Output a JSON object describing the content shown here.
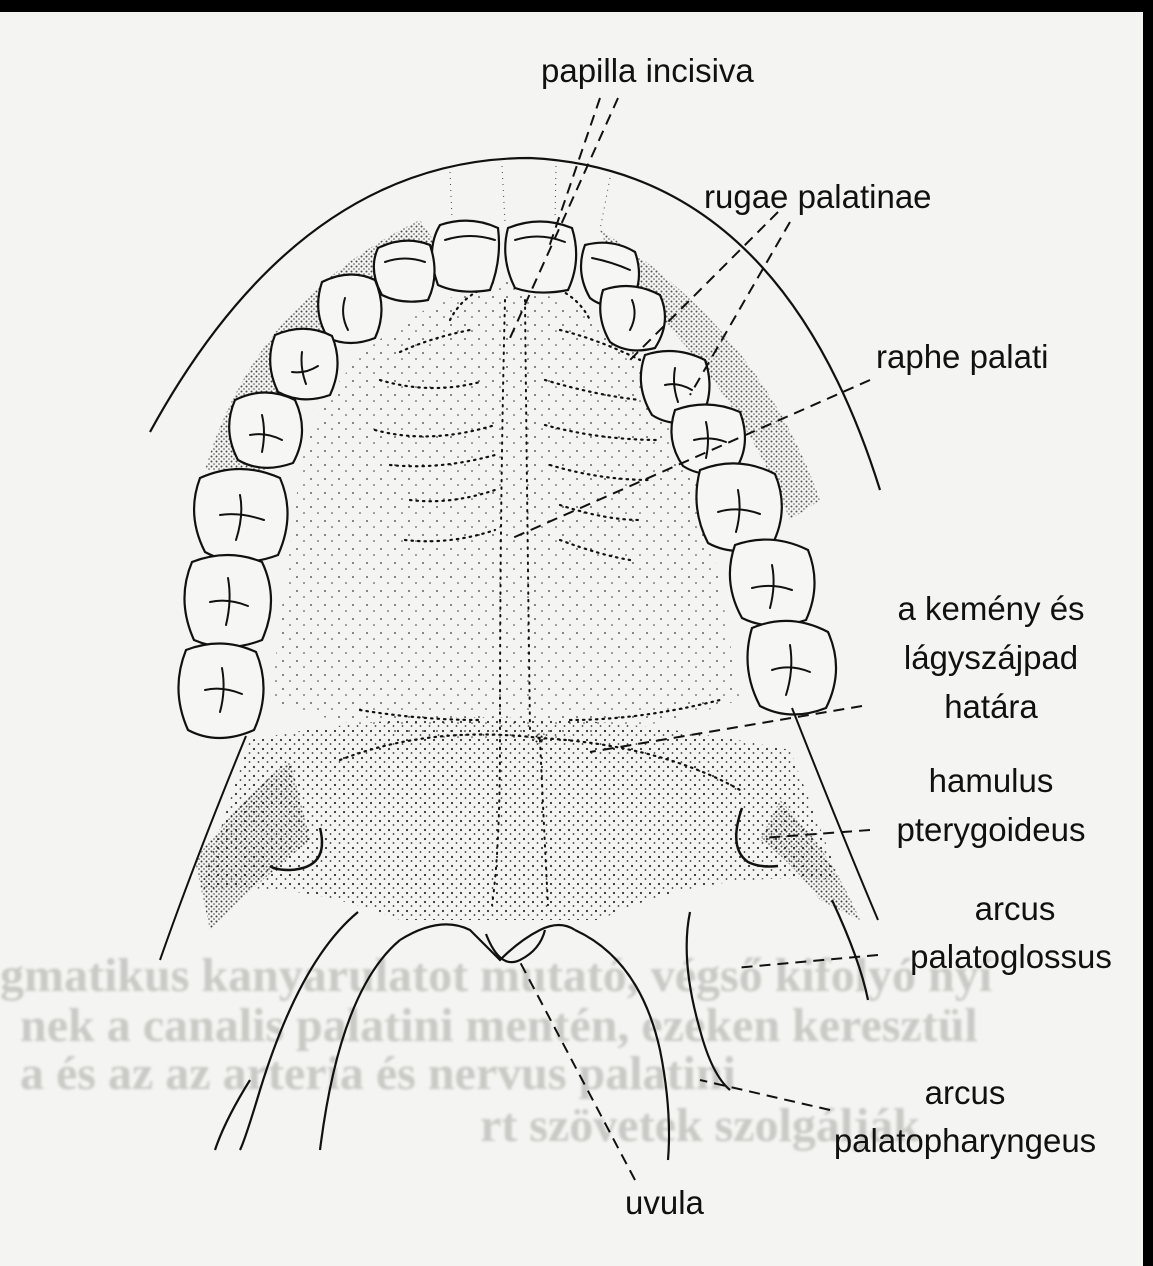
{
  "labels": {
    "papilla_incisiva": "papilla incisiva",
    "rugae_palatinae": "rugae palatinae",
    "raphe_palati": "raphe palati",
    "border_line1": "a kemény és",
    "border_line2": "lágyszájpad",
    "border_line3": "határa",
    "hamulus_line1": "hamulus",
    "hamulus_line2": "pterygoideus",
    "palatoglossus_line1": "arcus",
    "palatoglossus_line2": "palatoglossus",
    "palatopharyngeus_line1": "arcus",
    "palatopharyngeus_line2": "palatopharyngeus",
    "uvula": "uvula"
  },
  "bleed_through": {
    "line1": "gmatikus kanyarulatot mutató, végső kifolyó nyí",
    "line2": "nek a canalis palatini mentén, ezeken keresztül",
    "line3": "a és az az arteria és nervus palatini",
    "line4": "rt szövetek szolgálják"
  },
  "colors": {
    "ink": "#111111",
    "paper": "#f4f4f2",
    "frame": "#000000"
  }
}
